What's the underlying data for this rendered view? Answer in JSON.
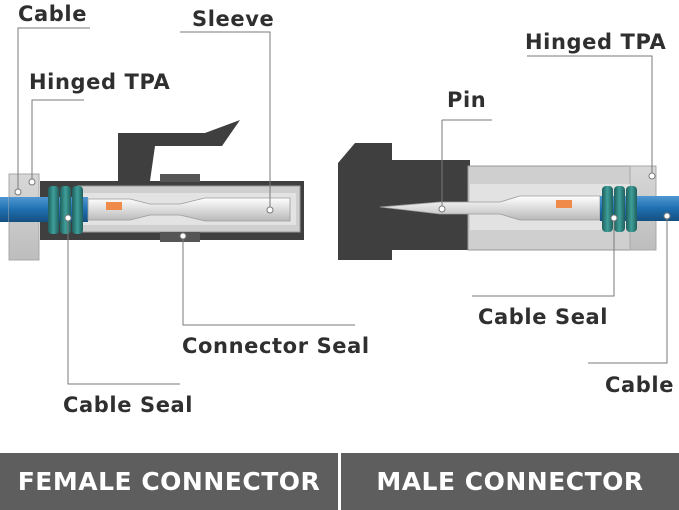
{
  "labels": {
    "female_cable": "Cable",
    "female_hinged_tpa": "Hinged TPA",
    "sleeve": "Sleeve",
    "connector_seal": "Connector Seal",
    "female_cable_seal": "Cable Seal",
    "male_hinged_tpa": "Hinged TPA",
    "pin": "Pin",
    "male_cable_seal": "Cable Seal",
    "male_cable": "Cable"
  },
  "footer": {
    "female": "FEMALE CONNECTOR",
    "male": "MALE CONNECTOR"
  },
  "colors": {
    "cable": "#1f6fb0",
    "seal": "#2f7f7c",
    "housing_dark": "#3f3f3f",
    "housing_light": "#c9c9c9",
    "contact": "#e9e9e9",
    "crimp": "#f08a4b",
    "footer": "#5e5e5e"
  }
}
